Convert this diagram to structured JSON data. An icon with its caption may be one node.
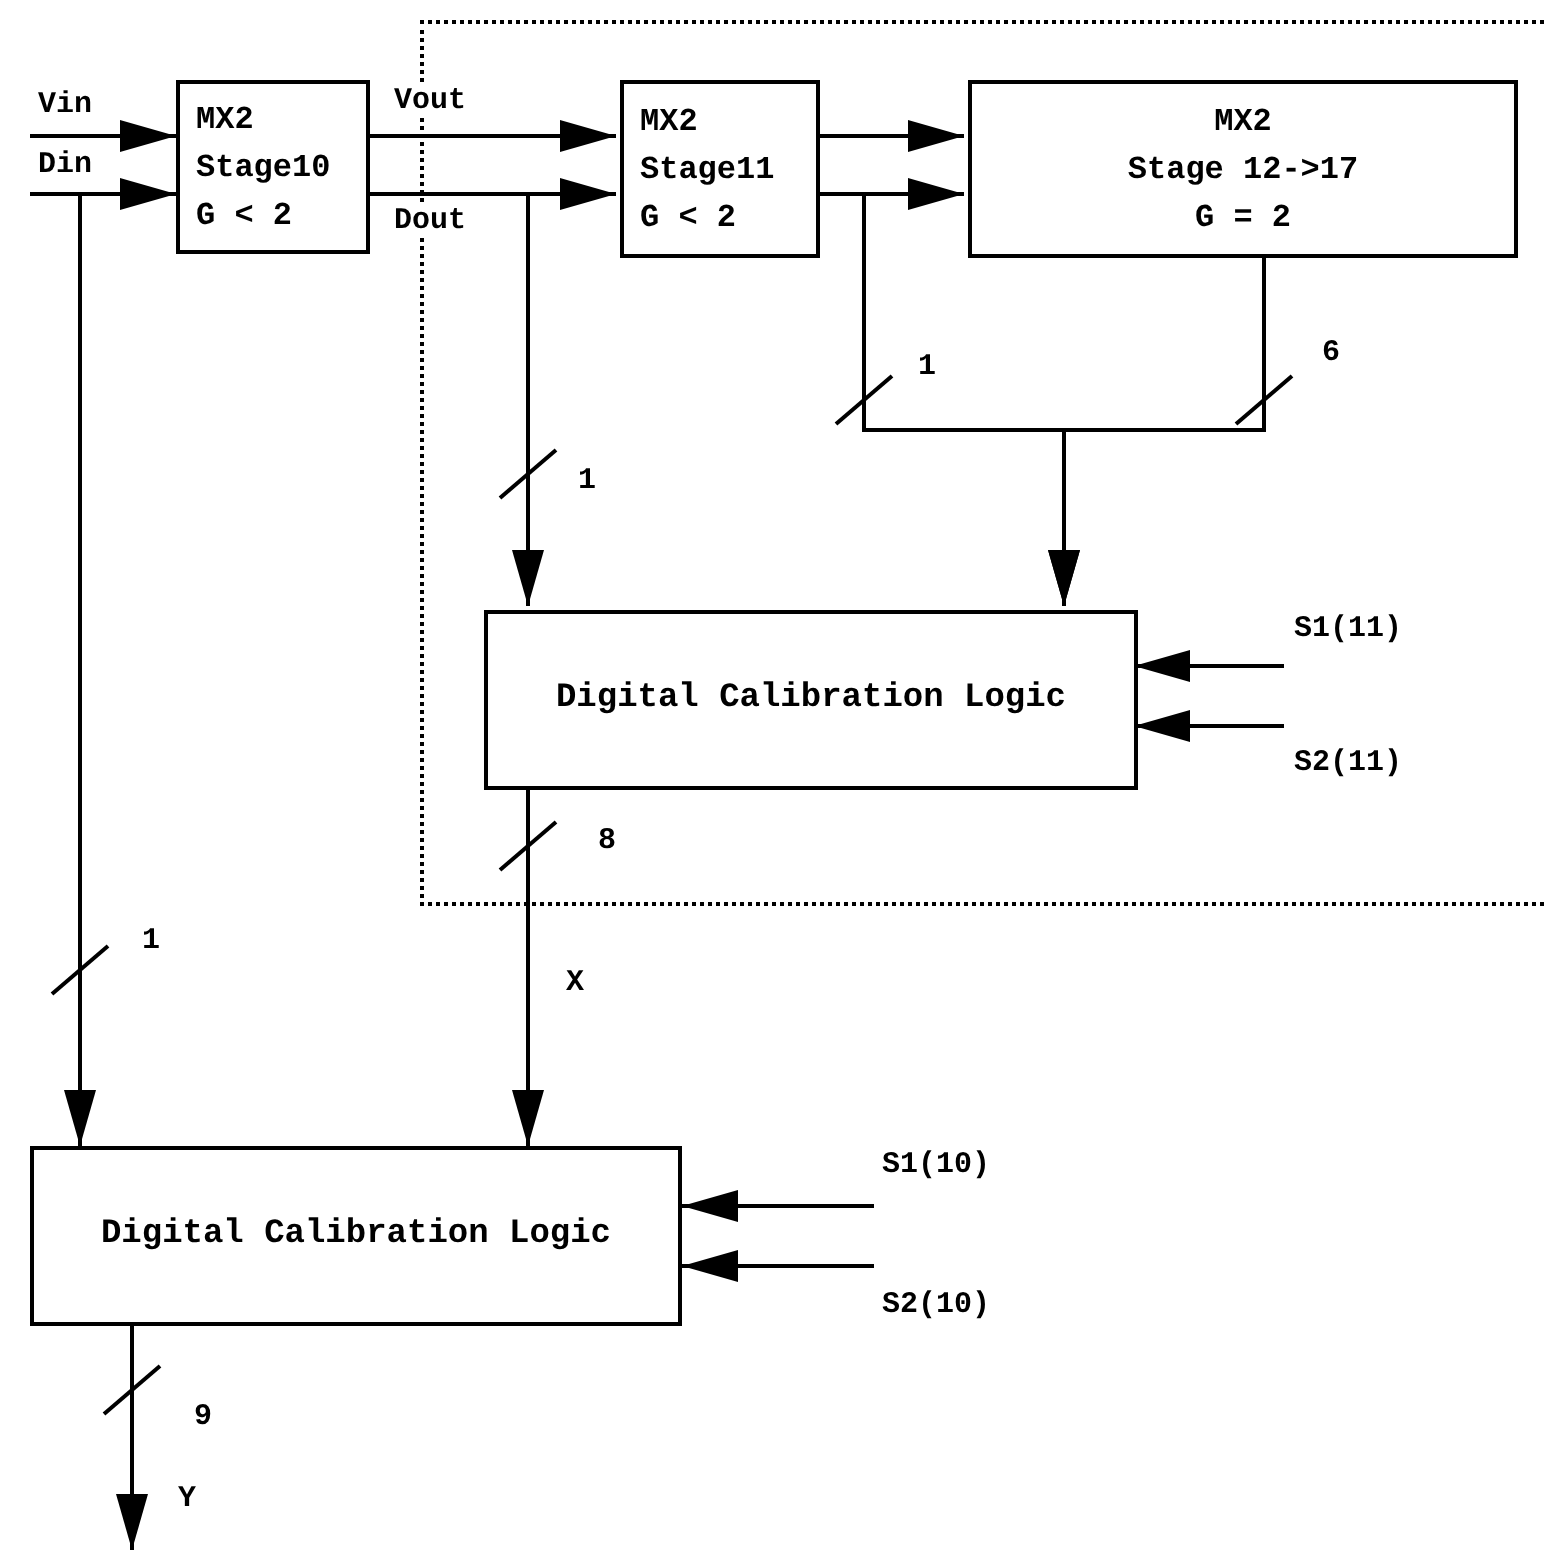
{
  "diagram": {
    "nodes": [
      {
        "text": [],
        "shape": "box"
      },
      {
        "text": [
          "MX2",
          "Stage10",
          "G < 2"
        ]
      },
      {
        "text": [
          "MX2",
          "Stage11",
          "G < 2"
        ],
        "in": 0
      },
      {
        "text": [
          "MX2",
          "Stage 12->17",
          "G = 2"
        ],
        "in": 0
      },
      {
        "text": [
          "Digital Calibration Logic"
        ],
        "in": 0
      },
      {
        "text": [
          "Digital Calibration Logic"
        ]
      }
    ],
    "edges": [
      {
        "from": null,
        "to": 1,
        "arrow": "to",
        "label": "Vin"
      },
      {
        "from": null,
        "to": 1,
        "arrow": "to",
        "label": "Din"
      },
      {
        "from": 1,
        "to": 2,
        "arrow": "to",
        "label": "Vout"
      },
      {
        "from": 1,
        "to": 2,
        "arrow": "to",
        "label": "Dout"
      },
      {
        "from": 1,
        "to": 4,
        "arrow": "to",
        "label": "1"
      },
      {
        "from": 2,
        "to": 3,
        "arrow": "to"
      },
      {
        "from": 2,
        "to": 3,
        "arrow": "to"
      },
      {
        "from": 2,
        "to": 4,
        "arrow": "to",
        "label": "1"
      },
      {
        "from": 3,
        "to": 4,
        "arrow": "to",
        "label": "6"
      },
      {
        "from": null,
        "to": 4,
        "arrow": "to",
        "label": "S1(11)"
      },
      {
        "from": null,
        "to": 4,
        "arrow": "to",
        "label": "S2(11)"
      },
      {
        "from": null,
        "to": 5,
        "arrow": "to",
        "label": "1"
      },
      {
        "from": 4,
        "to": 5,
        "arrow": "to",
        "label": "8"
      },
      {
        "from": null,
        "to": 5,
        "arrow": "to",
        "label": "S1(10)"
      },
      {
        "from": null,
        "to": 5,
        "arrow": "to",
        "label": "S2(10)"
      },
      {
        "from": 5,
        "to": null,
        "arrow": "to",
        "label": "9"
      }
    ],
    "labels": [
      "X",
      "Y"
    ]
  }
}
